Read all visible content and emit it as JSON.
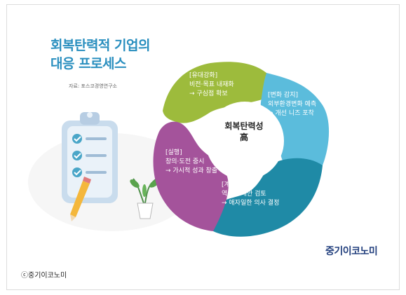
{
  "title_line1": "회복탄력적 기업의",
  "title_line2": "대응 프로세스",
  "source": "자료: 포스코경영연구소",
  "center_line1": "회복탄력성",
  "center_line2": "高",
  "segments": [
    {
      "tag": "[유대강화]",
      "line1": "비전·목표 내재화",
      "line2": "→ 구심점 확보",
      "color": "#9dbb3c"
    },
    {
      "tag": "[변화 감지]",
      "line1": "외부환경변화 예측",
      "line2": "→ 개선 니즈 포착",
      "color": "#5bbcdc"
    },
    {
      "tag": "[계획 수립]",
      "line1": "역동적 대안 검토",
      "line2": "→ 애자일한 의사 결정",
      "color": "#1f8aa6"
    },
    {
      "tag": "[실행]",
      "line1": "창의·도전 중시",
      "line2": "→ 가시적 성과 창출",
      "color": "#a4539b"
    }
  ],
  "brand": "중기이코노미",
  "caption": "ⓒ중기이코노미",
  "icons": [
    "clipboard-checklist-icon",
    "pencil-icon",
    "potted-plant-icon"
  ]
}
